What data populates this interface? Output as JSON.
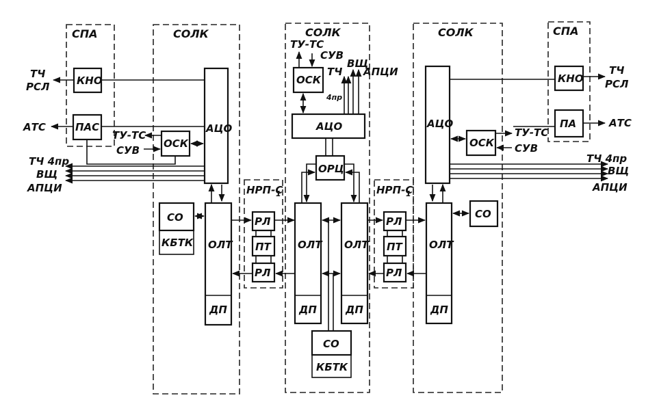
{
  "groups": {
    "spa": "СПА",
    "solk": "СОЛК",
    "nrp": "НРП-С",
    "nrp_sub": "1"
  },
  "blocks": {
    "kno": "КНО",
    "pas": "ПАС",
    "pa": "ПА",
    "aco": "АЦО",
    "osk": "ОСК",
    "orc": "ОРЦ",
    "co": "СО",
    "kbtk": "КБТК",
    "olt": "ОЛТ",
    "dp": "ДП",
    "rl": "РЛ",
    "pt": "ПТ"
  },
  "signals": {
    "tch": "ТЧ",
    "rsl": "РСЛ",
    "ats": "АТС",
    "tu_ts": "ТУ-ТС",
    "suv": "СУВ",
    "tch_4pr": "ТЧ 4пр",
    "four_pr": "4пр",
    "vshch": "ВЩ",
    "apci": "АПЦИ"
  }
}
